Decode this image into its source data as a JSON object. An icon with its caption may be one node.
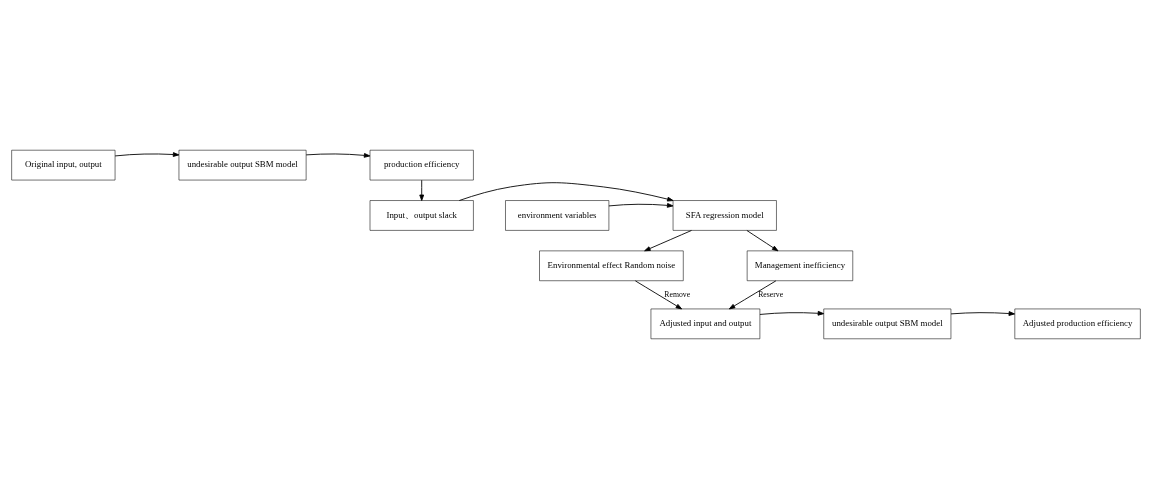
{
  "diagram": {
    "nodes": [
      {
        "text": [
          "Original input, output"
        ]
      },
      {
        "text": [
          "undesirable output SBM model"
        ]
      },
      {
        "text": [
          "production efficiency"
        ]
      },
      {
        "text": [
          "environment variables"
        ]
      },
      {
        "text": [
          "SFA regression model"
        ]
      },
      {
        "text": [
          "Input、output slack"
        ]
      },
      {
        "text": [
          "Environmental effect Random noise"
        ]
      },
      {
        "text": [
          "Management inefficiency"
        ]
      },
      {
        "text": [
          "Adjusted input and output"
        ]
      },
      {
        "text": [
          "undesirable output SBM model"
        ]
      },
      {
        "text": [
          "Adjusted production efficiency"
        ]
      }
    ],
    "edges": [
      {
        "from": 0,
        "to": 1,
        "arrow": "to"
      },
      {
        "from": 1,
        "to": 2,
        "arrow": "to"
      },
      {
        "from": 2,
        "to": 5,
        "arrow": "to"
      },
      {
        "from": 3,
        "to": 4,
        "arrow": "to"
      },
      {
        "from": 5,
        "to": 4,
        "arrow": "to"
      },
      {
        "from": 4,
        "to": 6,
        "arrow": "to"
      },
      {
        "from": 4,
        "to": 7,
        "arrow": "to"
      },
      {
        "from": 6,
        "to": 8,
        "arrow": "to",
        "label": "Remove"
      },
      {
        "from": 7,
        "to": 8,
        "arrow": "to",
        "label": "Reserve"
      },
      {
        "from": 8,
        "to": 9,
        "arrow": "to"
      },
      {
        "from": 9,
        "to": 10,
        "arrow": "to"
      }
    ]
  }
}
